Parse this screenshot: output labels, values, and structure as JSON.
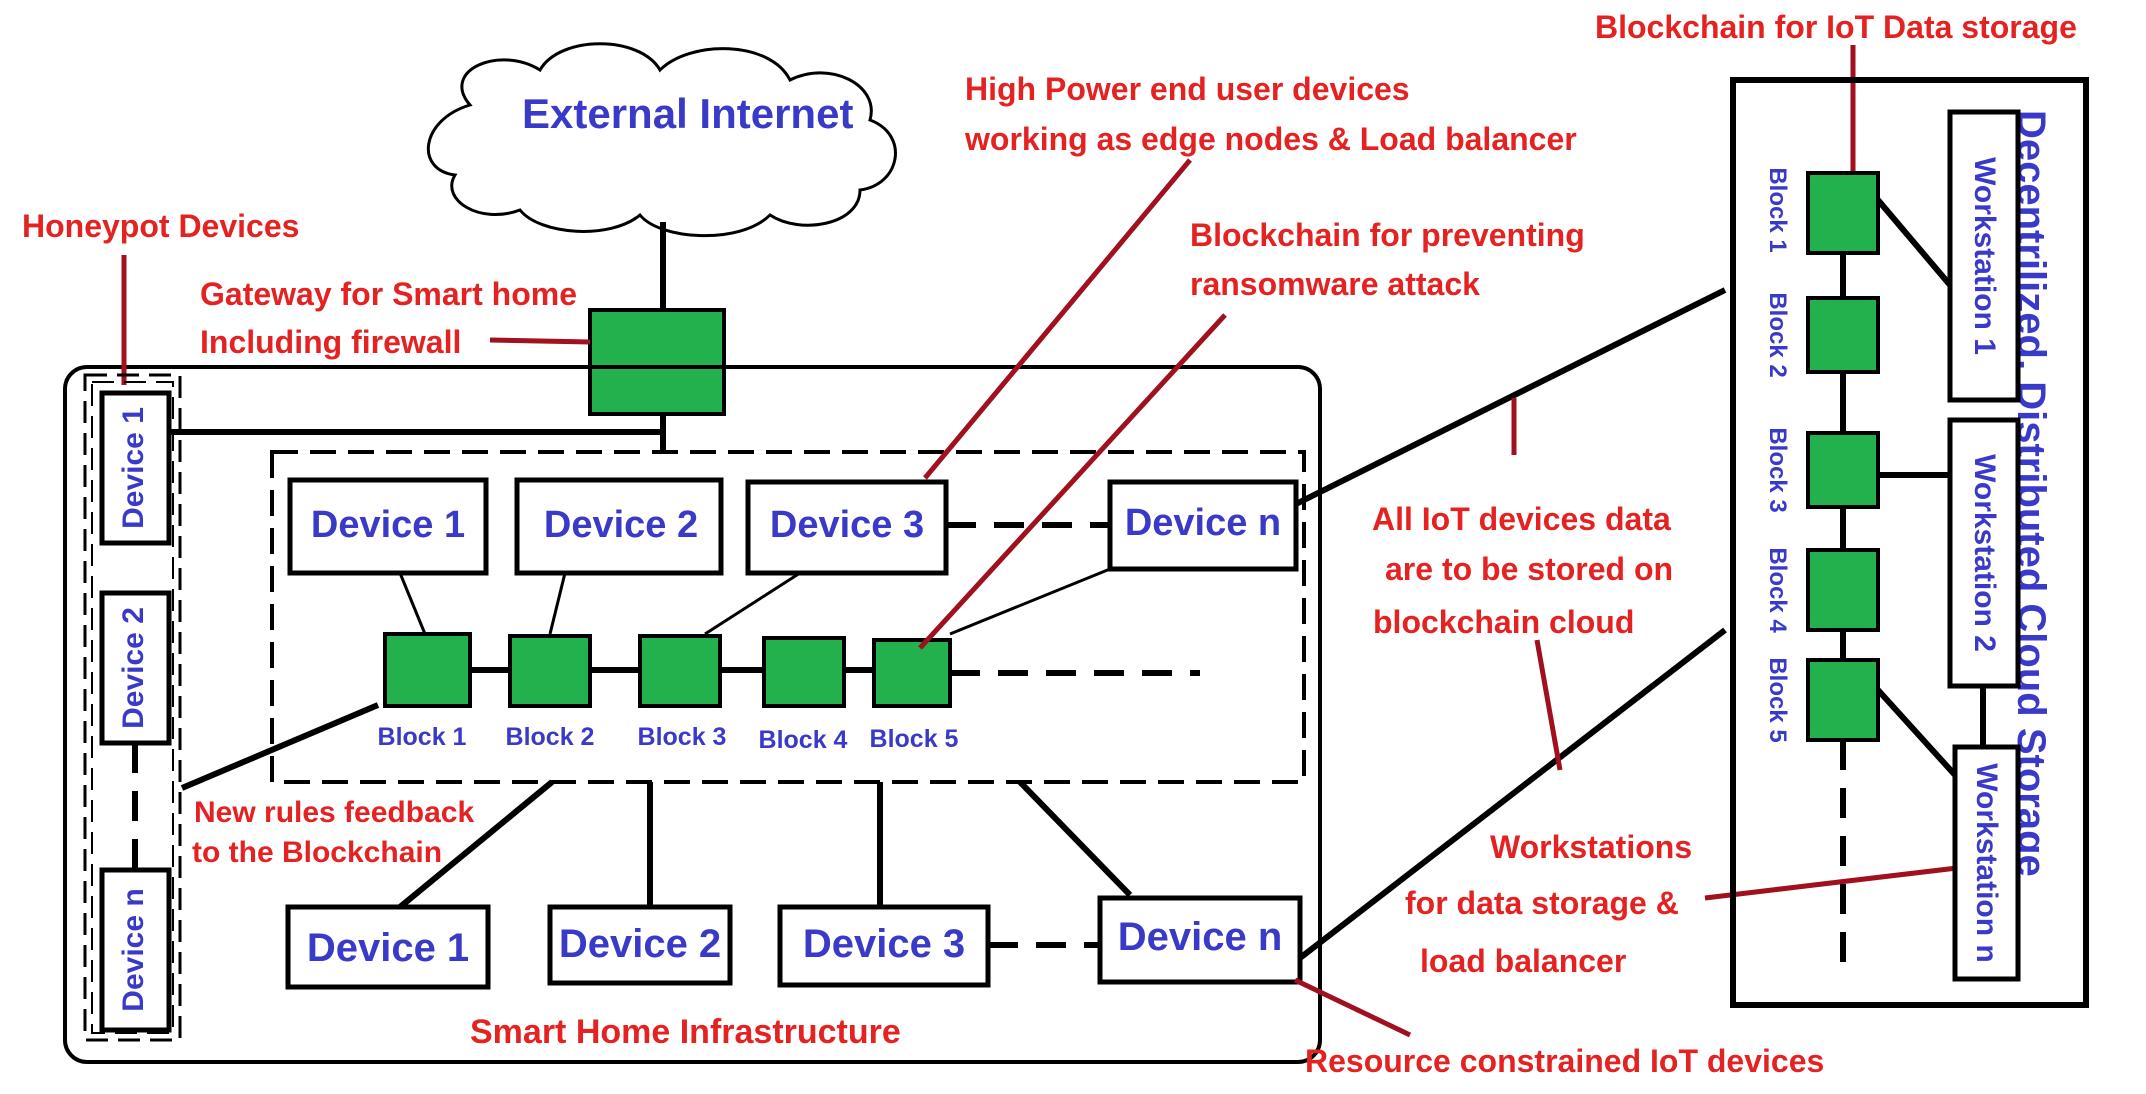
{
  "cloud": {
    "label": "External Internet"
  },
  "gateway": {
    "line1": "Gateway for Smart home",
    "line2": "Including firewall"
  },
  "honeypot": {
    "title": "Honeypot Devices",
    "devices": [
      "Device 1",
      "Device 2",
      "Device n"
    ]
  },
  "edge": {
    "annotation_line1": "High Power end user devices",
    "annotation_line2": "working as edge nodes & Load balancer",
    "devices": [
      "Device 1",
      "Device 2",
      "Device 3",
      "Device n"
    ]
  },
  "ransomware": {
    "annotation_line1": "Blockchain for preventing",
    "annotation_line2": "ransomware attack",
    "blocks": [
      "Block 1",
      "Block 2",
      "Block 3",
      "Block 4",
      "Block 5"
    ]
  },
  "feedback": {
    "line1": "New rules feedback",
    "line2": "to the Blockchain"
  },
  "constrained": {
    "devices": [
      "Device 1",
      "Device 2",
      "Device 3",
      "Device n"
    ],
    "annotation": "Resource constrained IoT devices"
  },
  "home": {
    "label": "Smart Home Infrastructure"
  },
  "storage_note": {
    "line1": "All IoT devices data",
    "line2": "are to be stored on",
    "line3": "blockchain cloud"
  },
  "workstations_note": {
    "line1": "Workstations",
    "line2": "for data storage &",
    "line3": "load balancer"
  },
  "cloud_storage": {
    "title": "Blockchain for IoT Data storage",
    "side_title": "Decentrilized, Distributed Cloud Storage",
    "blocks": [
      "Block 1",
      "Block 2",
      "Block 3",
      "Block 4",
      "Block 5"
    ],
    "workstations": [
      "Workstation 1",
      "Workstation 2",
      "Workstation n"
    ]
  },
  "colors": {
    "block": "#22b14c",
    "annotation": "#e42222",
    "device_text": "#3a3ac8",
    "pointer": "#a0101e"
  }
}
